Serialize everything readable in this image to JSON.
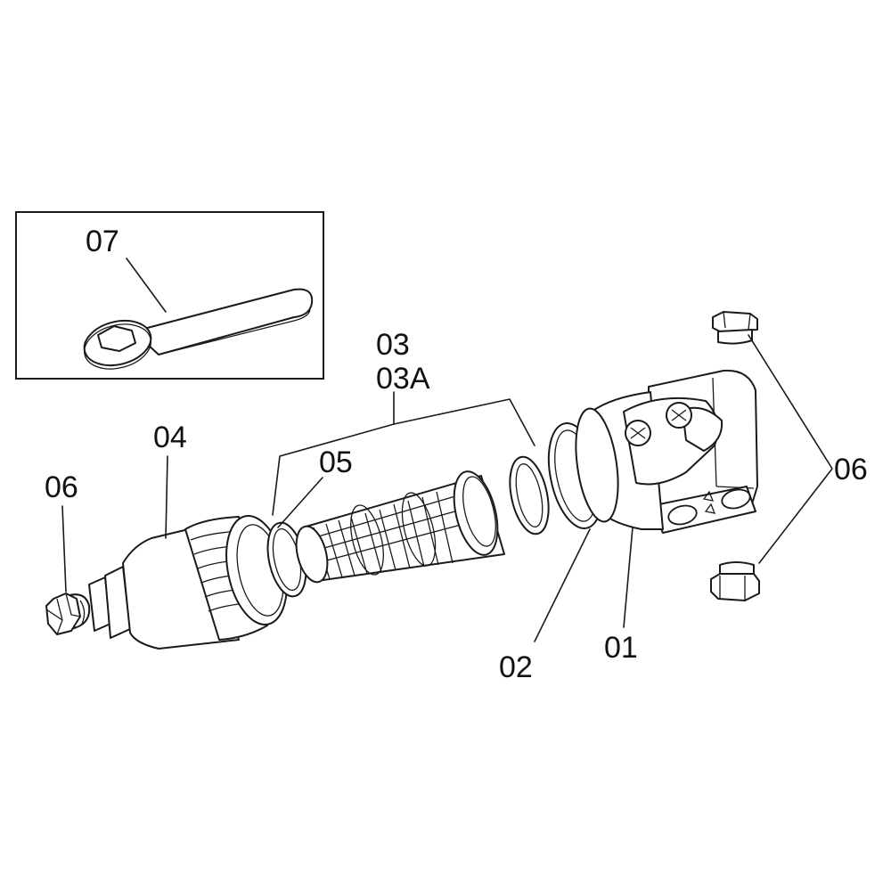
{
  "labels": {
    "l01": "01",
    "l02": "02",
    "l03": "03",
    "l03a": "03A",
    "l04": "04",
    "l05": "05",
    "l06_left": "06",
    "l06_right": "06",
    "l07": "07"
  },
  "colors": {
    "line": "#1a1a1a",
    "background": "#ffffff"
  }
}
